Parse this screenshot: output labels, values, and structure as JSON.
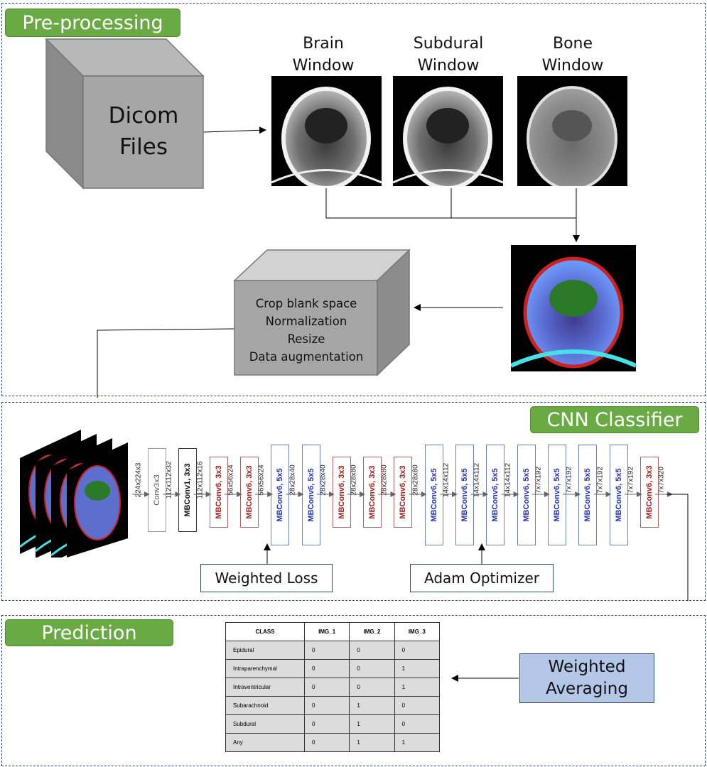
{
  "sections": {
    "preprocessing": "Pre-processing",
    "cnn": "CNN Classifier",
    "prediction": "Prediction"
  },
  "dicom": {
    "line1": "Dicom",
    "line2": "Files"
  },
  "windows": {
    "brain": {
      "line1": "Brain",
      "line2": "Window"
    },
    "subdural": {
      "line1": "Subdural",
      "line2": "Window"
    },
    "bone": {
      "line1": "Bone",
      "line2": "Window"
    }
  },
  "steps": [
    "Crop blank space",
    "Normalization",
    "Resize",
    "Data augmentation"
  ],
  "network": {
    "layers": [
      {
        "label": "Conv3x3",
        "kind": "gray"
      },
      {
        "label": "MBConv1, 3x3",
        "kind": "black"
      },
      {
        "label": "MBConv6, 3x3",
        "kind": "red"
      },
      {
        "label": "MBConv6, 3x3",
        "kind": "red"
      },
      {
        "label": "MBConv6, 5x5",
        "kind": "blue"
      },
      {
        "label": "MBConv6, 5x5",
        "kind": "blue"
      },
      {
        "label": "MBConv6, 3x3",
        "kind": "red"
      },
      {
        "label": "MBConv6, 3x3",
        "kind": "red"
      },
      {
        "label": "MBConv6, 3x3",
        "kind": "red"
      },
      {
        "label": "MBConv6, 5x5",
        "kind": "blue"
      },
      {
        "label": "MBConv6, 5x5",
        "kind": "blue"
      },
      {
        "label": "MBConv6, 5x5",
        "kind": "blue"
      },
      {
        "label": "MBConv6, 5x5",
        "kind": "blue"
      },
      {
        "label": "MBConv6, 5x5",
        "kind": "blue"
      },
      {
        "label": "MBConv6, 5x5",
        "kind": "blue"
      },
      {
        "label": "MBConv6, 5x5",
        "kind": "blue"
      },
      {
        "label": "MBConv6, 3x3",
        "kind": "red"
      }
    ],
    "dims": [
      "224x224x3",
      "112x112x32",
      "112x112x16",
      "56x56x24",
      "56x56x24",
      "28x28x40",
      "28x28x40",
      "28x28x80",
      "28x28x80",
      "28x28x80",
      "14x14x112",
      "14x14x112",
      "14x14x112",
      "7x7x192",
      "7x7x192",
      "7x7x192",
      "7x7x192",
      "7x7x320"
    ]
  },
  "weighted_loss": "Weighted Loss",
  "optimizer": "Adam Optimizer",
  "weighted_averaging": {
    "line1": "Weighted",
    "line2": "Averaging"
  },
  "table": {
    "headers": [
      "CLASS",
      "IMG_1",
      "IMG_2",
      "IMG_3"
    ],
    "rows": [
      [
        "Epidural",
        "0",
        "0",
        "0"
      ],
      [
        "Intraparenchymal",
        "0",
        "0",
        "1"
      ],
      [
        "Intraventricular",
        "0",
        "0",
        "1"
      ],
      [
        "Subarachnoid",
        "0",
        "1",
        "0"
      ],
      [
        "Subdural",
        "0",
        "1",
        "0"
      ],
      [
        "Any",
        "0",
        "1",
        "1"
      ]
    ]
  },
  "colors": {
    "tag_green": "#6aaa45",
    "panel_border": "#2e4a6b",
    "avg_box": "#b4c7e7",
    "layer_red": "#a82020",
    "layer_blue": "#2233bb"
  }
}
